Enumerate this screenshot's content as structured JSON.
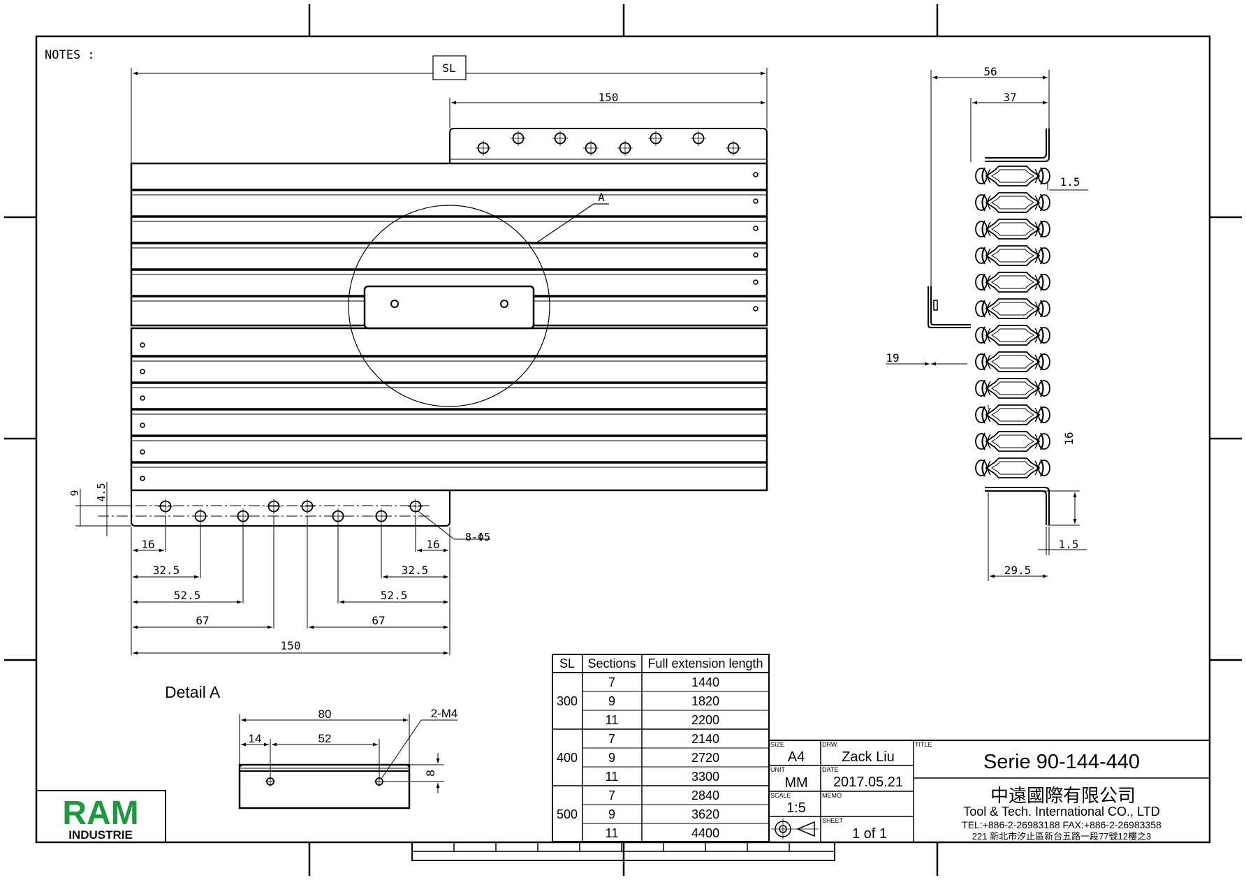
{
  "notes_label": "NOTES :",
  "detail_title": "Detail A",
  "dims": {
    "sl": "SL",
    "top150": "150",
    "d56": "56",
    "d37": "37",
    "d1_5a": "1.5",
    "d19": "19",
    "d16v": "16",
    "d1_5b": "1.5",
    "d29_5": "29.5",
    "d9": "9",
    "d4_5": "4.5",
    "holes": "8-Φ5",
    "l16": "16",
    "r16": "16",
    "l32_5": "32.5",
    "r32_5": "32.5",
    "l52_5": "52.5",
    "r52_5": "52.5",
    "l67": "67",
    "r67": "67",
    "bot150": "150",
    "callout_a": "A",
    "det80": "80",
    "det14": "14",
    "det52": "52",
    "det8": "8",
    "det_m4": "2-M4"
  },
  "table": {
    "headers": [
      "SL",
      "Sections",
      "Full extension length"
    ],
    "groups": [
      {
        "sl": "300",
        "rows": [
          [
            "7",
            "1440"
          ],
          [
            "9",
            "1820"
          ],
          [
            "11",
            "2200"
          ]
        ]
      },
      {
        "sl": "400",
        "rows": [
          [
            "7",
            "2140"
          ],
          [
            "9",
            "2720"
          ],
          [
            "11",
            "3300"
          ]
        ]
      },
      {
        "sl": "500",
        "rows": [
          [
            "7",
            "2840"
          ],
          [
            "9",
            "3620"
          ],
          [
            "11",
            "4400"
          ]
        ]
      }
    ]
  },
  "title_block": {
    "size_label": "SIZE",
    "size": "A4",
    "unit_label": "UNIT",
    "unit": "MM",
    "scale_label": "SCALE",
    "scale": "1:5",
    "drw_label": "DRW.",
    "drawer": "Zack Liu",
    "date_label": "DATE",
    "date": "2017.05.21",
    "memo_label": "MEMO",
    "sheet_label": "SHEET",
    "sheet": "1 of 1",
    "title_label": "TITLE",
    "title": "Serie 90-144-440",
    "company_cn": "中遠國際有限公司",
    "company_en": "Tool & Tech. International CO., LTD",
    "tel": "TEL:+886-2-26983188 FAX:+886-2-26983358",
    "address": "221 新北市汐止區新台五路一段77號12樓之3"
  },
  "logo": {
    "line1": "RAM",
    "line2": "INDUSTRIE",
    "color": "#1a9a3c"
  }
}
